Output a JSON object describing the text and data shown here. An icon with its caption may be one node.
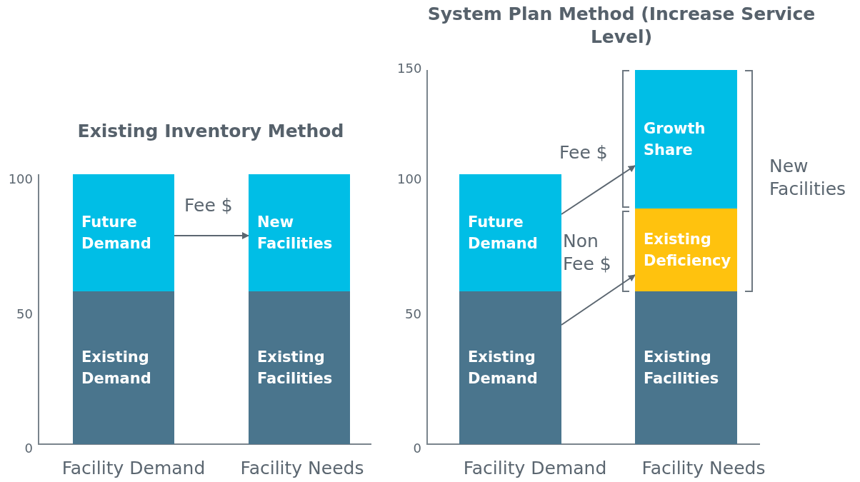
{
  "diagram": {
    "nodes": [
      {
        "text": [
          "Future Demand"
        ]
      },
      {
        "text": [
          "Existing Demand"
        ]
      },
      {
        "text": [
          "New Facilities"
        ]
      },
      {
        "text": [
          "Existing Facilities"
        ]
      },
      {
        "text": [
          "Future Demand"
        ]
      },
      {
        "text": [
          "Existing Demand"
        ]
      },
      {
        "text": [
          "Growth Share"
        ]
      },
      {
        "text": [
          "Existing Deficiency"
        ]
      },
      {
        "text": [
          "Existing Facilities"
        ]
      }
    ],
    "edges": [
      {
        "from": 0,
        "to": 2,
        "arrow": "to",
        "label": "Fee $"
      },
      {
        "from": 4,
        "to": 6,
        "arrow": "to",
        "label": "Fee $"
      },
      {
        "from": 5,
        "to": 7,
        "arrow": "to",
        "label": "Non Fee $"
      }
    ],
    "labels": [
      "System Plan Method (Increase Service Level)",
      "150",
      "Existing Inventory Method",
      "100",
      "100",
      "New Facilities",
      "50",
      "50",
      "0",
      "0",
      "Facility Demand",
      "Facility Needs",
      "Facility Demand",
      "Facility Needs"
    ]
  }
}
